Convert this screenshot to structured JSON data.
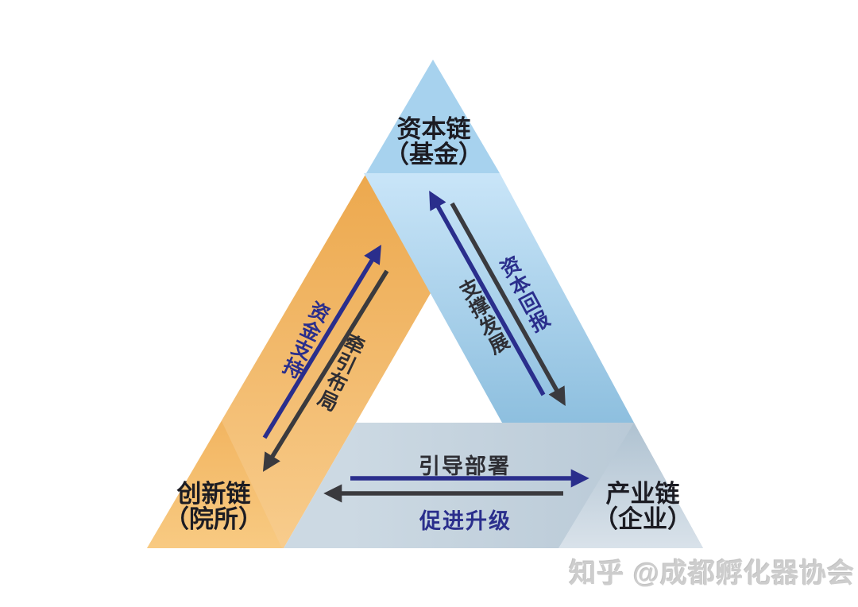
{
  "triangle": {
    "nodes": {
      "capital": {
        "title": "资本链",
        "subtitle": "（基金）"
      },
      "innovation": {
        "title": "创新链",
        "subtitle": "（院所）"
      },
      "industry": {
        "title": "产业链",
        "subtitle": "（企业）"
      }
    },
    "flows": {
      "funding_support": {
        "label": "资金支持",
        "side": "left",
        "arrow": "up-toward-capital",
        "color": "#2a2e8c"
      },
      "pull_layout": {
        "label": "牵引布局",
        "side": "left",
        "arrow": "down-toward-innovation",
        "color": "#2e2e34"
      },
      "support_development": {
        "label": "支撑发展",
        "side": "right",
        "arrow": "down-toward-industry",
        "color": "#2e2e34"
      },
      "capital_return": {
        "label": "资本回报",
        "side": "right",
        "arrow": "up-toward-capital",
        "color": "#2a2e8c"
      },
      "guide_deploy": {
        "label": "引导部署",
        "side": "bottom",
        "arrow": "right-toward-industry",
        "color": "#2e2e34"
      },
      "promote_upgrade": {
        "label": "促进升级",
        "side": "bottom",
        "arrow": "left-toward-innovation",
        "color": "#2a2e8c"
      }
    },
    "colors": {
      "arrow_blue": "#2a2e8c",
      "arrow_dark": "#3a3a3e",
      "apex": "#a7d2ee",
      "orange_band_top": "#eca74b",
      "orange_band_bottom": "#f8cd8e",
      "orange_corner_top": "#f2b561",
      "orange_corner_bottom": "#f8ca82",
      "blue_band_top": "#c9e5f8",
      "blue_band_bottom": "#8cbede",
      "bottom_band_left": "#ccd9e3",
      "bottom_band_right": "#b5c6d4",
      "grey_corner_top": "#afc2d1",
      "grey_corner_bottom": "#d9e2ea"
    }
  },
  "watermark": {
    "text": "知乎 @成都孵化器协会"
  }
}
